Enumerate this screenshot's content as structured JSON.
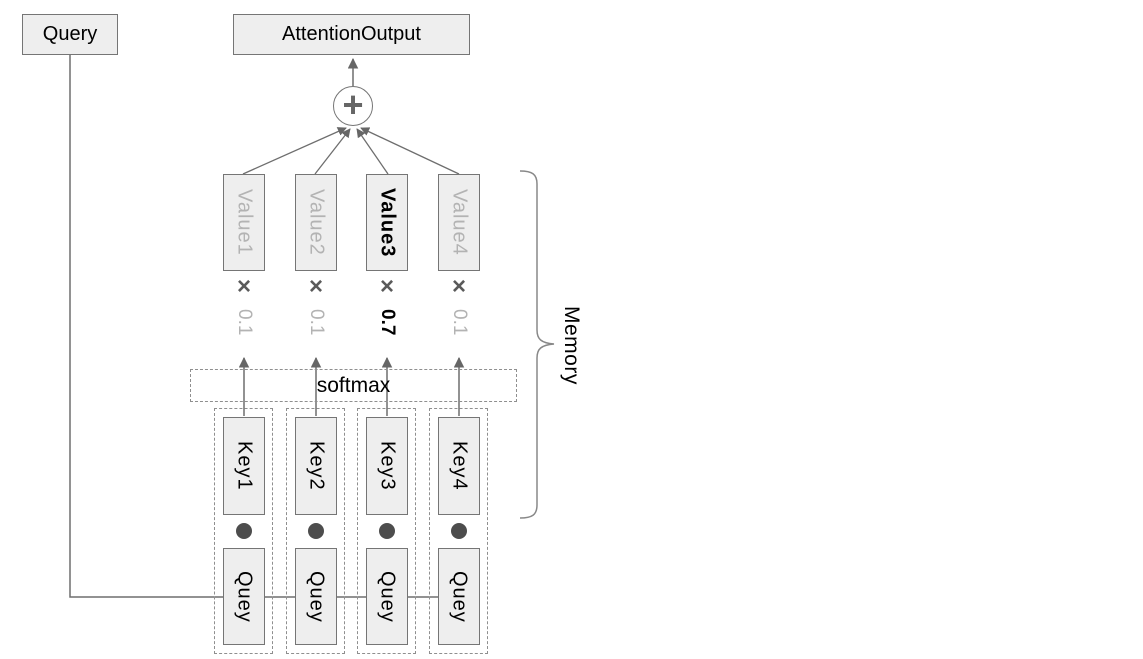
{
  "nodes": {
    "query": {
      "label": "Query"
    },
    "attention_output": {
      "label": "AttentionOutput"
    },
    "softmax": {
      "label": "softmax"
    },
    "memory": {
      "label": "Memory"
    }
  },
  "columns": [
    {
      "value": "Value1",
      "weight": "0.1",
      "key": "Key1",
      "query": "Quey",
      "highlight": false
    },
    {
      "value": "Value2",
      "weight": "0.1",
      "key": "Key2",
      "query": "Quey",
      "highlight": false
    },
    {
      "value": "Value3",
      "weight": "0.7",
      "key": "Key3",
      "query": "Quey",
      "highlight": true
    },
    {
      "value": "Value4",
      "weight": "0.1",
      "key": "Key4",
      "query": "Quey",
      "highlight": false
    }
  ],
  "icons": {
    "sum_icon": "+",
    "multiply_icon": "×",
    "dot_product_icon": "circle-css"
  },
  "colors": {
    "box_fill": "#eeeeee",
    "box_border": "#757575",
    "line": "#6e6e6e",
    "arrowhead": "#666666",
    "muted_text": "#b3b3b3",
    "text": "#000000",
    "dashed_border": "#8f8f8f"
  }
}
